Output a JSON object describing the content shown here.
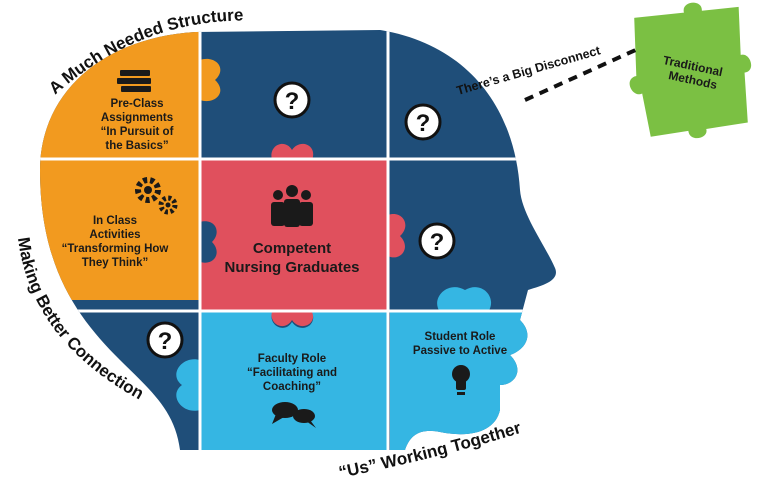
{
  "arc_labels": {
    "top": "A Much Needed Structure",
    "left": "Making Better Connections",
    "bottom": "“Us” Working Together"
  },
  "disconnect_text": "There’s a Big Disconnect",
  "traditional": {
    "line1": "Traditional",
    "line2": "Methods"
  },
  "pieces": {
    "pre_class": {
      "line1": "Pre-Class",
      "line2": "Assignments",
      "line3": "“In Pursuit of",
      "line4": "the Basics”"
    },
    "in_class": {
      "line1": "In Class",
      "line2": "Activities",
      "line3": "“Transforming How",
      "line4": "They Think”"
    },
    "center": {
      "line1": "Competent",
      "line2": "Nursing Graduates"
    },
    "faculty": {
      "line1": "Faculty Role",
      "line2": "“Facilitating and",
      "line3": "Coaching”"
    },
    "student": {
      "line1": "Student Role",
      "line2": "Passive to Active"
    }
  },
  "question_mark": "?",
  "colors": {
    "orange": "#f29a1f",
    "navy": "#1f4e79",
    "red": "#e0505d",
    "sky": "#35b6e3",
    "green": "#7bc043"
  }
}
